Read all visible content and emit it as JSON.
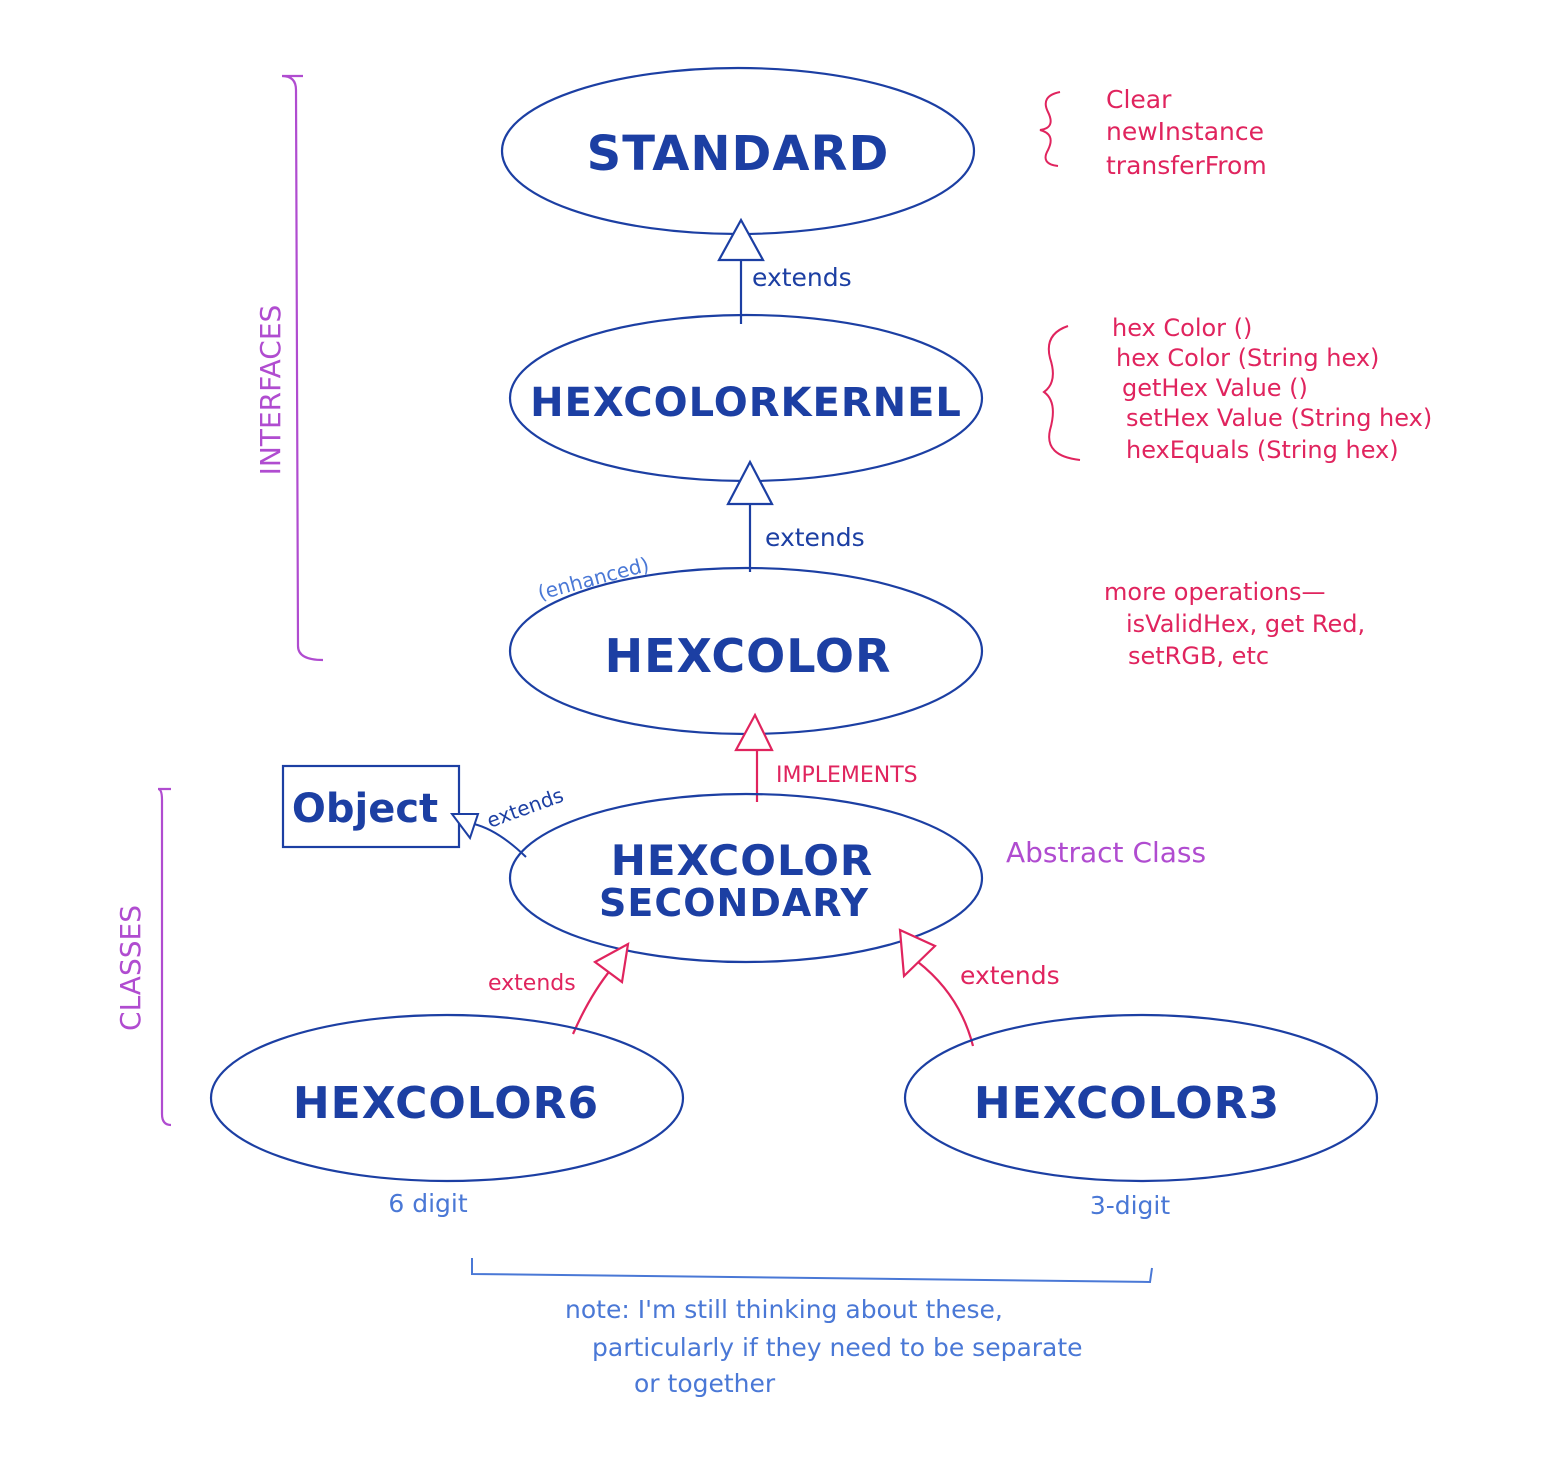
{
  "colors": {
    "node": "#1c3fa3",
    "interface_arrow": "#1c3fa3",
    "pink": "#e0245e",
    "purple": "#b04cd0",
    "light_blue": "#4a78d6"
  },
  "nodes": {
    "standard": "STANDARD",
    "kernel": "HEXCOLORKERNEL",
    "hexcolor": "HEXCOLOR",
    "secondary_line1": "HEXCOLOR",
    "secondary_line2": "SECONDARY",
    "hexcolor6": "HEXCOLOR6",
    "hexcolor3": "HEXCOLOR3",
    "object": "Object"
  },
  "edges": {
    "kernel_to_standard": "extends",
    "hexcolor_to_kernel": "extends",
    "secondary_to_hexcolor": "IMPLEMENTS",
    "secondary_to_object": "extends",
    "hexcolor6_to_secondary": "extends",
    "hexcolor3_to_secondary": "extends"
  },
  "brackets": {
    "interfaces": "INTERFACES",
    "classes": "CLASSES"
  },
  "notes": {
    "standard_methods": [
      "Clear",
      "newInstance",
      "transferFrom"
    ],
    "kernel_methods": [
      "hex Color ()",
      "hex Color (String hex)",
      "getHex Value ()",
      "setHex Value (String hex)",
      "hexEquals  (String hex)"
    ],
    "hexcolor_ops": [
      "more operations—",
      "isValidHex, get Red,",
      "setRGB, etc"
    ],
    "enhanced": "(enhanced)",
    "abstract": "Abstract Class",
    "six_digit": "6 digit",
    "three_digit": "3-digit",
    "footnote": [
      "note: I'm still thinking about these,",
      "particularly if they need to be separate",
      "or together"
    ]
  }
}
